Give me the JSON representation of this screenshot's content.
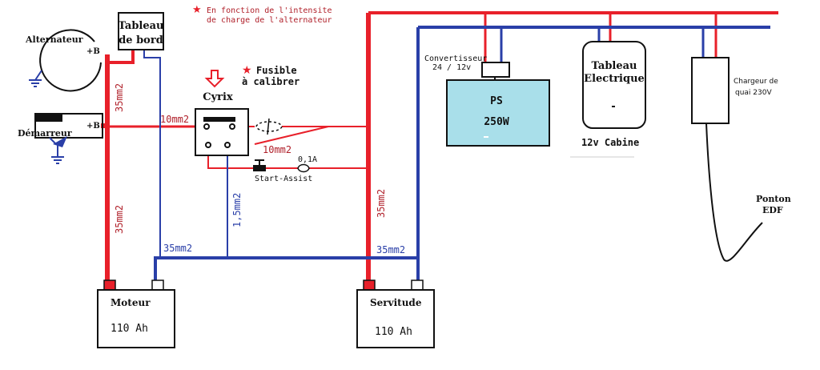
{
  "colors": {
    "positive": "#e8202a",
    "negative": "#2a3fa8",
    "ps_fill": "#a9dfea",
    "wire_black": "#111111"
  },
  "note": {
    "line1": "En fonction de l'intensite",
    "line2": "de charge de l'alternateur"
  },
  "fuse_note": {
    "line1": "Fusible",
    "line2": "à calibrer"
  },
  "components": {
    "alternateur": "Alternateur",
    "alternateur_terminal": "+B",
    "demarreur": "Démarreur",
    "demarreur_terminal": "+B",
    "tableau_bord": {
      "line1": "Tableau",
      "line2": "de bord"
    },
    "cyrix": "Cyrix",
    "start_assist": "Start-Assist",
    "start_assist_fuse": "0,1A",
    "convertisseur": {
      "line1": "Convertisseur",
      "line2": "24 / 12v"
    },
    "ps": {
      "line1": "PS",
      "line2": "250W"
    },
    "tableau_electrique": {
      "line1": "Tableau",
      "line2": "Electrique"
    },
    "cabine": "12v Cabine",
    "chargeur": {
      "line1": "Chargeur de",
      "line2": "quai 230V"
    },
    "ponton": {
      "line1": "Ponton",
      "line2": "EDF"
    },
    "moteur": {
      "name": "Moteur",
      "capacity": "110 Ah"
    },
    "servitude": {
      "name": "Servitude",
      "capacity": "110 Ah"
    }
  },
  "wire_labels": {
    "alt_cable": "35mm2",
    "cyrix_in": "10mm2",
    "cyrix_out": "10mm2",
    "moteur_cable": "35mm2",
    "signal_cable": "1,5mm2",
    "ground_left": "35mm2",
    "servitude_cable": "35mm2",
    "ground_right": "35mm2"
  }
}
